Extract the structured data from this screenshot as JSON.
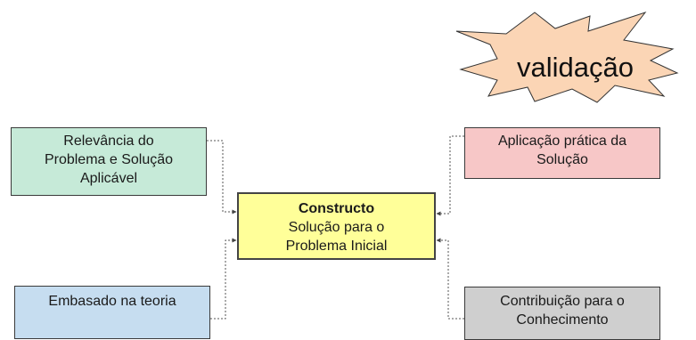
{
  "colors": {
    "relevancia": "#c6ead8",
    "embasado": "#c6ddf0",
    "aplicacao": "#f7c7c7",
    "contribuicao": "#cfcfcf",
    "constructo": "#ffff99",
    "starburst": "#fbd5b5"
  },
  "boxes": {
    "relevancia": [
      "Relevância do",
      "Problema e Solução",
      "Aplicável"
    ],
    "embasado": [
      "Embasado na teoria"
    ],
    "aplicacao": [
      "Aplicação prática da",
      "Solução"
    ],
    "contribuicao": [
      "Contribuição para o",
      "Conhecimento"
    ],
    "constructo": {
      "title": "Constructo",
      "lines": [
        "Solução para o",
        "Problema Inicial"
      ]
    }
  },
  "starburst": {
    "label": "validação"
  }
}
